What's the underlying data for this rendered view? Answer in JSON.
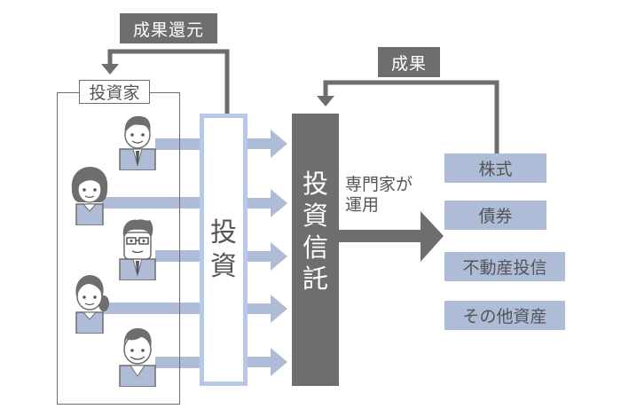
{
  "title_return": "成果還元",
  "title_result": "成果",
  "investors": {
    "label": "投資家",
    "people": [
      {
        "type": "man"
      },
      {
        "type": "woman"
      },
      {
        "type": "man-glasses"
      },
      {
        "type": "woman-ponytail"
      },
      {
        "type": "senior-man"
      }
    ]
  },
  "invest_column": {
    "chars": [
      "投",
      "資"
    ]
  },
  "trust_column": {
    "chars": [
      "投",
      "資",
      "信",
      "託"
    ]
  },
  "managed_by_experts": {
    "line1": "専門家が",
    "line2": "運用"
  },
  "assets": [
    "株式",
    "債券",
    "不動産投信",
    "その他資産"
  ],
  "colors": {
    "dark_gray": "#6e6e6e",
    "light_blue": "#b7c9e6",
    "asset_blue": "#aebcd8",
    "arrow_blue": "#aebcd8"
  }
}
